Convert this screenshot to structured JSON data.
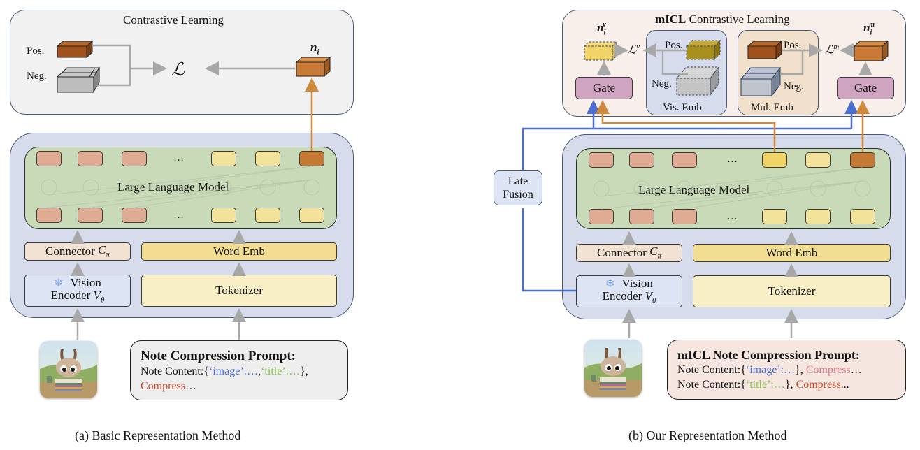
{
  "left": {
    "contrastive_title": "Contrastive Learning",
    "pos_label": "Pos.",
    "neg_label": "Neg.",
    "loss_symbol": "ℒ",
    "embedding_label": "n",
    "embedding_sub": "i",
    "llm_label": "Large Language Model",
    "ellipsis": "…",
    "connector_label": "Connector ",
    "connector_math": "C",
    "connector_sub": "π",
    "word_emb_label": "Word Emb",
    "vision_label_line1": "Vision",
    "vision_label_line2": "Encoder ",
    "vision_math": "V",
    "vision_sub": "θ",
    "tokenizer_label": "Tokenizer",
    "prompt": {
      "heading": "Note Compression Prompt:",
      "line1_prefix": "Note Content:{",
      "line1_image": "‘image’:…",
      "line1_sep": ",",
      "line1_title": "‘title’:…",
      "line1_suffix": "},",
      "line2_compress": "Compress",
      "line2_suffix": "…"
    },
    "caption": "(a) Basic Representation Method"
  },
  "right": {
    "contrastive_title_bold": "mICL",
    "contrastive_title_rest": " Contrastive Learning",
    "n_v_label": "n",
    "n_v_sub": "i",
    "n_v_sup": "v",
    "n_m_label": "n",
    "n_m_sub": "i",
    "n_m_sup": "m",
    "loss_v": "ℒ",
    "loss_v_sup": "v",
    "loss_m": "ℒ",
    "loss_m_sup": "m",
    "gate_label": "Gate",
    "vis_emb_label": "Vis. Emb",
    "mul_emb_label": "Mul. Emb",
    "pos_label": "Pos.",
    "neg_label": "Neg.",
    "late_fusion_line1": "Late",
    "late_fusion_line2": "Fusion",
    "llm_label": "Large Language Model",
    "ellipsis": "…",
    "connector_label": "Connector ",
    "connector_math": "C",
    "connector_sub": "π",
    "word_emb_label": "Word Emb",
    "vision_label_line1": "Vision",
    "vision_label_line2": "Encoder ",
    "vision_math": "V",
    "vision_sub": "θ",
    "tokenizer_label": "Tokenizer",
    "prompt": {
      "heading": "mICL Note Compression Prompt:",
      "line1_prefix": "Note Content:{",
      "line1_image": "‘image’:…",
      "line1_suffix": "}, ",
      "line1_compress": "Compress",
      "line1_end": "…",
      "line2_prefix": "Note Content:{",
      "line2_title": "‘title’:…",
      "line2_suffix": "}, ",
      "line2_compress": "Compress",
      "line2_end": "..."
    },
    "caption": "(b) Our Representation Method"
  },
  "colors": {
    "image_token": "#e0ab93",
    "text_token": "#f3e29a",
    "output_token": "#c47a33",
    "late_fusion_line": "#4a6fd0",
    "output_line": "#d08a3e",
    "arrow_gray": "#a8a8a8"
  }
}
